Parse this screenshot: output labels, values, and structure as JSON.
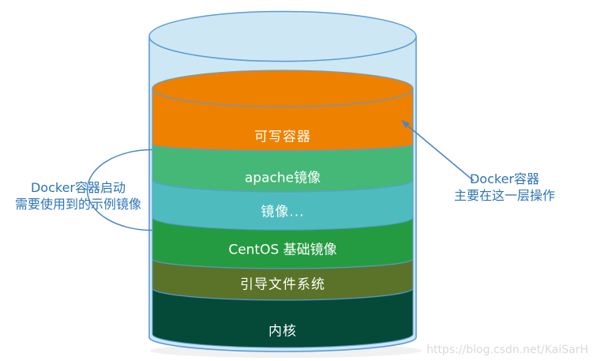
{
  "diagram": {
    "type": "stacked-cylinder",
    "layers": [
      {
        "label": "可写容器",
        "color": "#EE8100",
        "name": "writable-container"
      },
      {
        "label": "apache镜像",
        "color": "#45B878",
        "name": "apache-image"
      },
      {
        "label": "镜像...",
        "color": "#4EBCBF",
        "name": "image-ellipsis"
      },
      {
        "label": "CentOS 基础镜像",
        "color": "#259B41",
        "name": "centos-base-image"
      },
      {
        "label": "引导文件系统",
        "color": "#5A7328",
        "name": "boot-filesystem"
      },
      {
        "label": "内核",
        "color": "#054A39",
        "name": "kernel"
      }
    ],
    "glass_color": "#CDE7F4",
    "outline_color": "#5B9BD5",
    "annotation_color": "#2E74B5",
    "connector_color": "#4E86C6",
    "annotations": {
      "left": {
        "line1": "Docker容器启动",
        "line2": "需要使用到的示例镜像"
      },
      "right": {
        "line1": "Docker容器",
        "line2": "主要在这一层操作"
      }
    },
    "watermark": "https://blog.csdn.net/KaiSarH"
  }
}
